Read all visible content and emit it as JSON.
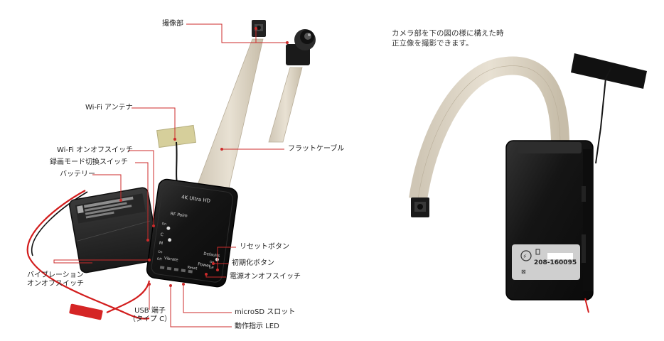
{
  "labels": {
    "camera_unit": "撮像部",
    "wifi_antenna": "Wi-Fi アンテナ",
    "flat_cable": "フラットケーブル",
    "wifi_switch": "Wi-Fi オンオフスイッチ",
    "mode_switch": "録画モード切換スイッチ",
    "battery": "バッテリー",
    "reset_button": "リセットボタン",
    "init_button": "初期化ボタン",
    "power_switch": "電源オンオフスイッチ",
    "vibration_switch": "バイブレーション\nオンオフスイッチ",
    "usb_port": "USB 端子\n（タイプ C）",
    "microsd_slot": "microSD スロット",
    "status_led": "動作指示 LED"
  },
  "caption": "カメラ部を下の図の様に構えた時\n正立像を撮影できます。",
  "device": {
    "model_text": "4K Ultra HD",
    "rf_pair": "RF Pair",
    "on": "On",
    "off": "Off",
    "c": "C",
    "m": "M",
    "vibrate": "Vibrate",
    "reset": "Reset",
    "power": "Power",
    "defaults": "Defaults",
    "cert_number": "208-160095"
  },
  "colors": {
    "leader_line": "#cc2b2b",
    "device_body": "#1b1b1b",
    "cable": "#d9d1c2",
    "wire_red": "#d21d1d"
  }
}
